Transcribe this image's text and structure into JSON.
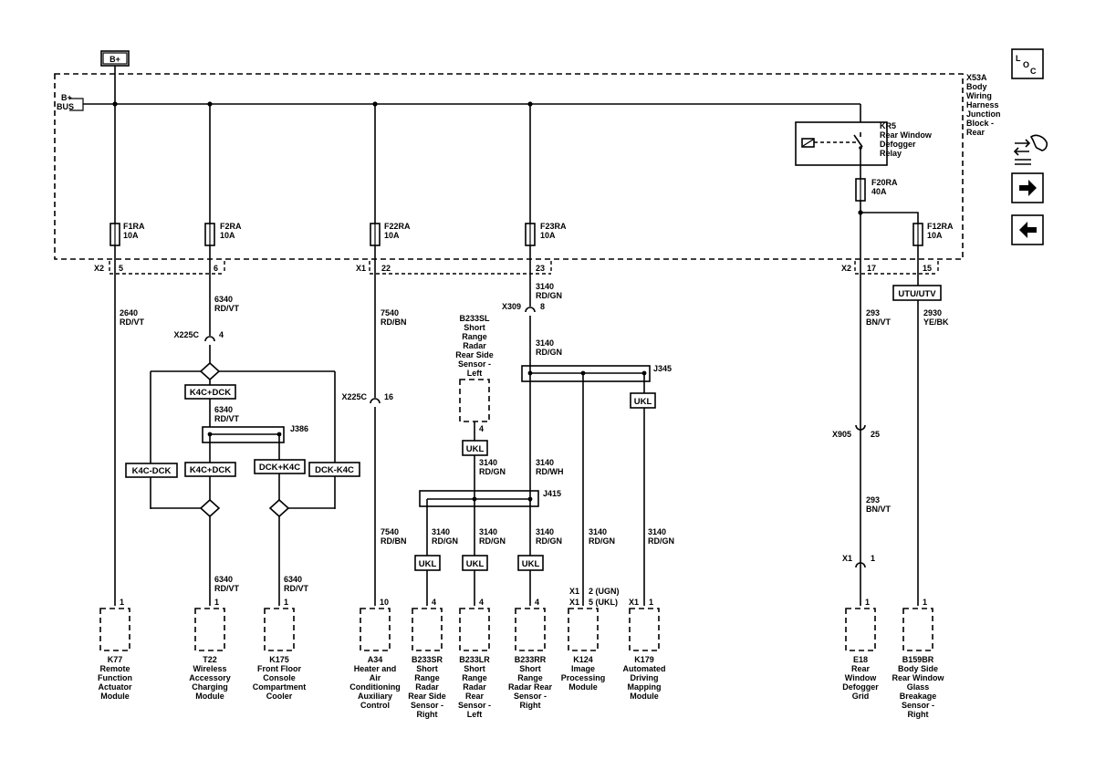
{
  "power": {
    "source": "B+",
    "bus_label": "B+",
    "bus_sub": "BUS"
  },
  "harness": [
    "X53A",
    "Body",
    "Wiring",
    "Harness",
    "Junction",
    "Block -",
    "Rear"
  ],
  "relay": [
    "KR5",
    "Rear Window",
    "Defogger",
    "Relay"
  ],
  "side_icons": {
    "loc_l": "L",
    "loc_o": "O",
    "loc_c": "C"
  },
  "fuses": {
    "f1": [
      "F1RA",
      "10A"
    ],
    "f2": [
      "F2RA",
      "10A"
    ],
    "f22": [
      "F22RA",
      "10A"
    ],
    "f23": [
      "F23RA",
      "10A"
    ],
    "f20": [
      "F20RA",
      "40A"
    ],
    "f12": [
      "F12RA",
      "10A"
    ]
  },
  "pins_top": {
    "x2a": "X2",
    "p5": "5",
    "p6": "6",
    "x1a": "X1",
    "p22": "22",
    "p23": "23",
    "x2b": "X2",
    "p17": "17",
    "p15": "15"
  },
  "connectors": {
    "x309": "X309",
    "x309_pin": "8",
    "x225c_a": "X225C",
    "x225c_a_pin": "4",
    "x225c_b": "X225C",
    "x225c_b_pin": "16",
    "x905": "X905",
    "x905_pin": "25",
    "x1e": "X1",
    "x1e_pin": "1"
  },
  "wires": {
    "w2640": [
      "2640",
      "RD/VT"
    ],
    "w6340a": [
      "6340",
      "RD/VT"
    ],
    "w7540a": [
      "7540",
      "RD/BN"
    ],
    "w3140a": [
      "3140",
      "RD/GN"
    ],
    "w3140b": [
      "3140",
      "RD/GN"
    ],
    "w293a": [
      "293",
      "BN/VT"
    ],
    "w2930": [
      "2930",
      "YE/BK"
    ],
    "w6340b": [
      "6340",
      "RD/VT"
    ],
    "w3140c": [
      "3140",
      "RD/GN"
    ],
    "w3140d": [
      "3140",
      "RD/WH"
    ],
    "w7540b": [
      "7540",
      "RD/BN"
    ],
    "w293b": [
      "293",
      "BN/VT"
    ],
    "w6340c": [
      "6340",
      "RD/VT"
    ],
    "w6340d": [
      "6340",
      "RD/VT"
    ],
    "w3140e": [
      "3140",
      "RD/GN"
    ],
    "w3140f": [
      "3140",
      "RD/GN"
    ],
    "w3140g": [
      "3140",
      "RD/GN"
    ],
    "w3140h": [
      "3140",
      "RD/GN"
    ],
    "w3140i": [
      "3140",
      "RD/GN"
    ]
  },
  "options": {
    "k4c_dck_top": "K4C+DCK",
    "k4c_dck_l": "K4C-DCK",
    "k4c_dck_m": "K4C+DCK",
    "dck_k4c_m": "DCK+K4C",
    "dck_k4c_r": "DCK-K4C",
    "ukl_a": "UKL",
    "ukl_b": "UKL",
    "ukl_c": "UKL",
    "ukl_d": "UKL",
    "ukl_e": "UKL",
    "utu": "UTU/UTV"
  },
  "splices": {
    "j386": "J386",
    "j415": "J415",
    "j345": "J345"
  },
  "b233sl": {
    "lines": [
      "B233SL",
      "Short",
      "Range",
      "Radar",
      "Rear Side",
      "Sensor -",
      "Left"
    ],
    "pin": "4"
  },
  "components": [
    {
      "pin": "1",
      "lines": [
        "K77",
        "Remote",
        "Function",
        "Actuator",
        "Module"
      ]
    },
    {
      "pin": "1",
      "lines": [
        "T22",
        "Wireless",
        "Accessory",
        "Charging",
        "Module"
      ]
    },
    {
      "pin": "1",
      "lines": [
        "K175",
        "Front Floor",
        "Console",
        "Compartment",
        "Cooler"
      ]
    },
    {
      "pin": "10",
      "lines": [
        "A34",
        "Heater and",
        "Air",
        "Conditioning",
        "Auxiliary",
        "Control"
      ]
    },
    {
      "pin": "4",
      "lines": [
        "B233SR",
        "Short",
        "Range",
        "Radar",
        "Rear Side",
        "Sensor -",
        "Right"
      ]
    },
    {
      "pin": "4",
      "lines": [
        "B233LR",
        "Short",
        "Range",
        "Radar",
        "Rear",
        "Sensor -",
        "Left"
      ]
    },
    {
      "pin": "4",
      "lines": [
        "B233RR",
        "Short",
        "Range",
        "Radar Rear",
        "Sensor -",
        "Right"
      ]
    },
    {
      "pin": "",
      "lines": [
        "K124",
        "Image",
        "Processing",
        "Module"
      ]
    },
    {
      "pin": "1",
      "lines": [
        "K179",
        "Automated",
        "Driving",
        "Mapping",
        "Module"
      ]
    },
    {
      "pin": "1",
      "lines": [
        "E18",
        "Rear",
        "Window",
        "Defogger",
        "Grid"
      ]
    },
    {
      "pin": "1",
      "lines": [
        "B159BR",
        "Body Side",
        "Rear Window",
        "Glass",
        "Breakage",
        "Sensor -",
        "Right"
      ]
    }
  ],
  "k124_pins": {
    "x1a": "X1",
    "x1b": "X1",
    "pa": "2 (UGN)",
    "pb": "5 (UKL)"
  },
  "k179_conn": "X1"
}
